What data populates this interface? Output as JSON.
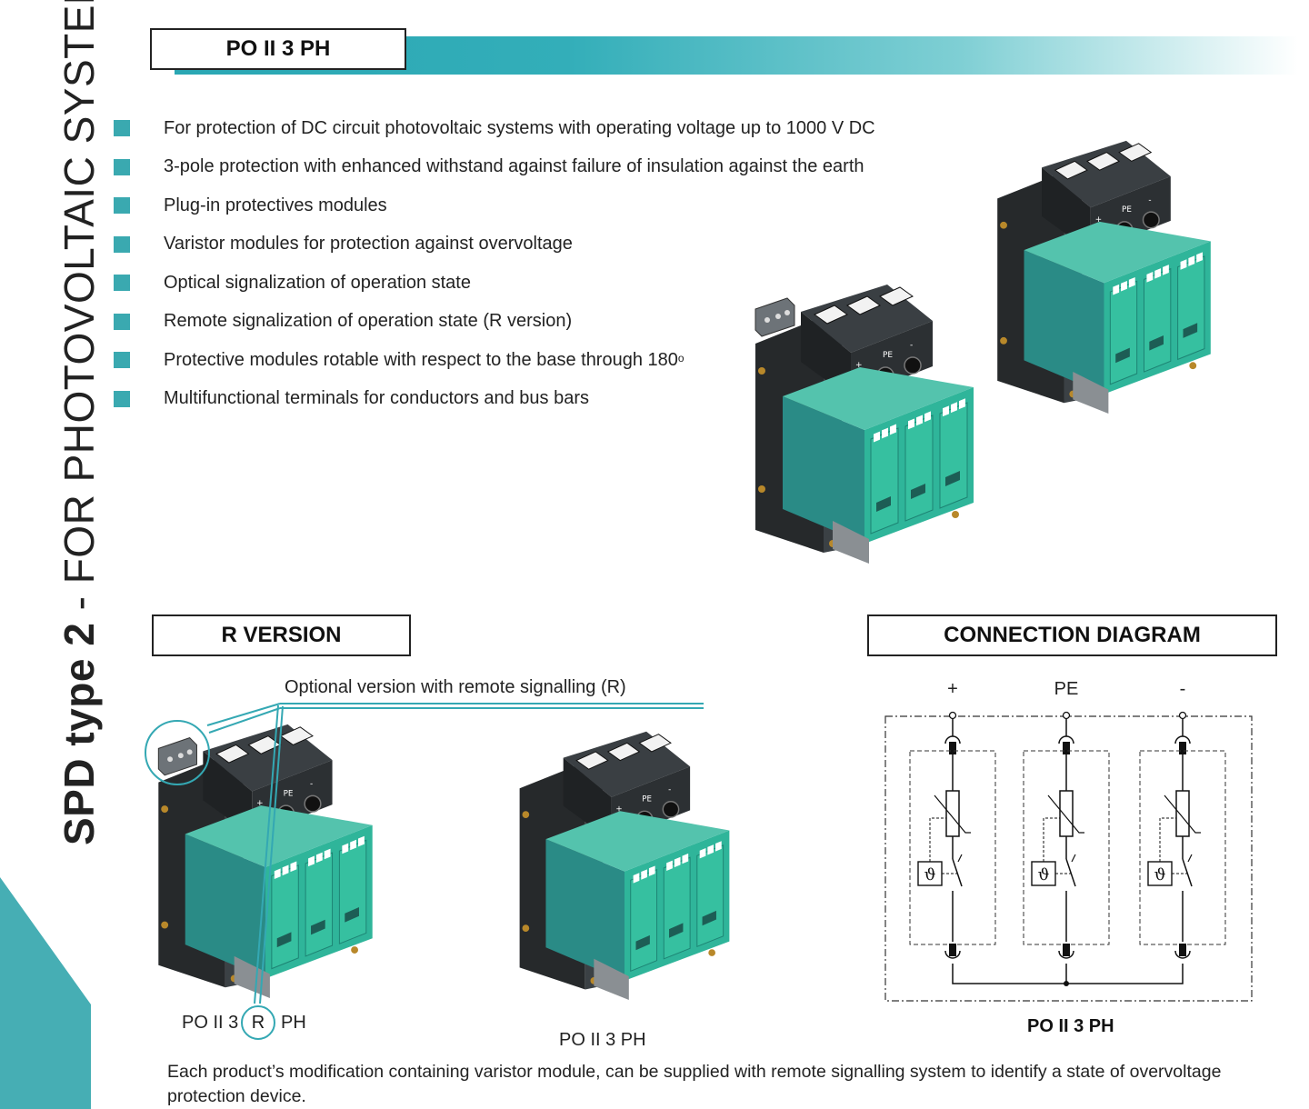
{
  "side_title": {
    "bold": "SPD type 2",
    "rest": " - FOR  PHOTOVOLTAIC  SYSTEM"
  },
  "section_title": "PO II 3 PH",
  "features": [
    "For protection of DC circuit photovoltaic systems with operating voltage up to 1000 V DC",
    "3-pole protection with enhanced withstand against failure of insulation against the earth",
    "Plug-in protectives modules",
    "Varistor modules for protection against overvoltage",
    "Optical signalization of operation state",
    "Remote signalization of operation state (R version)",
    "Protective modules rotable with respect to the base through 180",
    "Multifunctional terminals for conductors and bus bars"
  ],
  "degree_symbol": "o",
  "r_version": {
    "title": "R VERSION",
    "callout": "Optional version with remote signalling (R)",
    "label_prefix": "PO II 3",
    "label_circle": "R",
    "label_suffix": "PH",
    "standard_label": "PO II 3 PH"
  },
  "connection_diagram": {
    "title": "CONNECTION DIAGRAM",
    "terminals": [
      "+",
      "PE",
      "-"
    ],
    "thermal_symbol": "ϑ",
    "caption": "PO II 3 PH"
  },
  "device_labels": {
    "plus": "+",
    "pe": "PE",
    "minus": "-"
  },
  "footer": "Each product’s modification containing varistor module, can be supplied with remote signalling system to identify a state of overvoltage protection device.",
  "colors": {
    "teal": "#2aa7b3",
    "device_body": "#2f3437",
    "module_green": "#2fb59a",
    "module_dark": "#2a8b86"
  }
}
